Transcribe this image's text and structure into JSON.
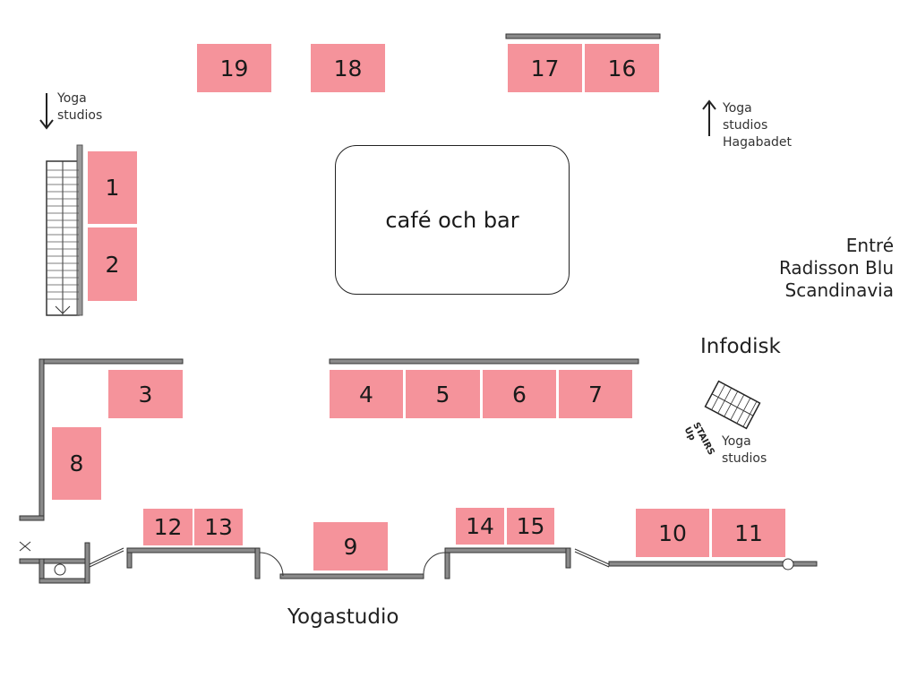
{
  "cafe_label": "café och bar",
  "entrance": {
    "line1": "Entré",
    "line2": "Radisson Blu",
    "line3": "Scandinavia"
  },
  "infodisk": "Infodisk",
  "yogastudio": "Yogastudio",
  "yoga_left": {
    "line1": "Yoga",
    "line2": "studios"
  },
  "yoga_right": {
    "line1": "Yoga",
    "line2": "studios",
    "line3": "Hagabadet"
  },
  "yoga_stairs": {
    "line1": "Yoga",
    "line2": "studios"
  },
  "stairs_label": {
    "line1": "STAIRS",
    "line2": "Up"
  },
  "booth_color": "#f5939b",
  "booths": {
    "b1": "1",
    "b2": "2",
    "b3": "3",
    "b4": "4",
    "b5": "5",
    "b6": "6",
    "b7": "7",
    "b8": "8",
    "b9": "9",
    "b10": "10",
    "b11": "11",
    "b12": "12",
    "b13": "13",
    "b14": "14",
    "b15": "15",
    "b16": "16",
    "b17": "17",
    "b18": "18",
    "b19": "19"
  }
}
